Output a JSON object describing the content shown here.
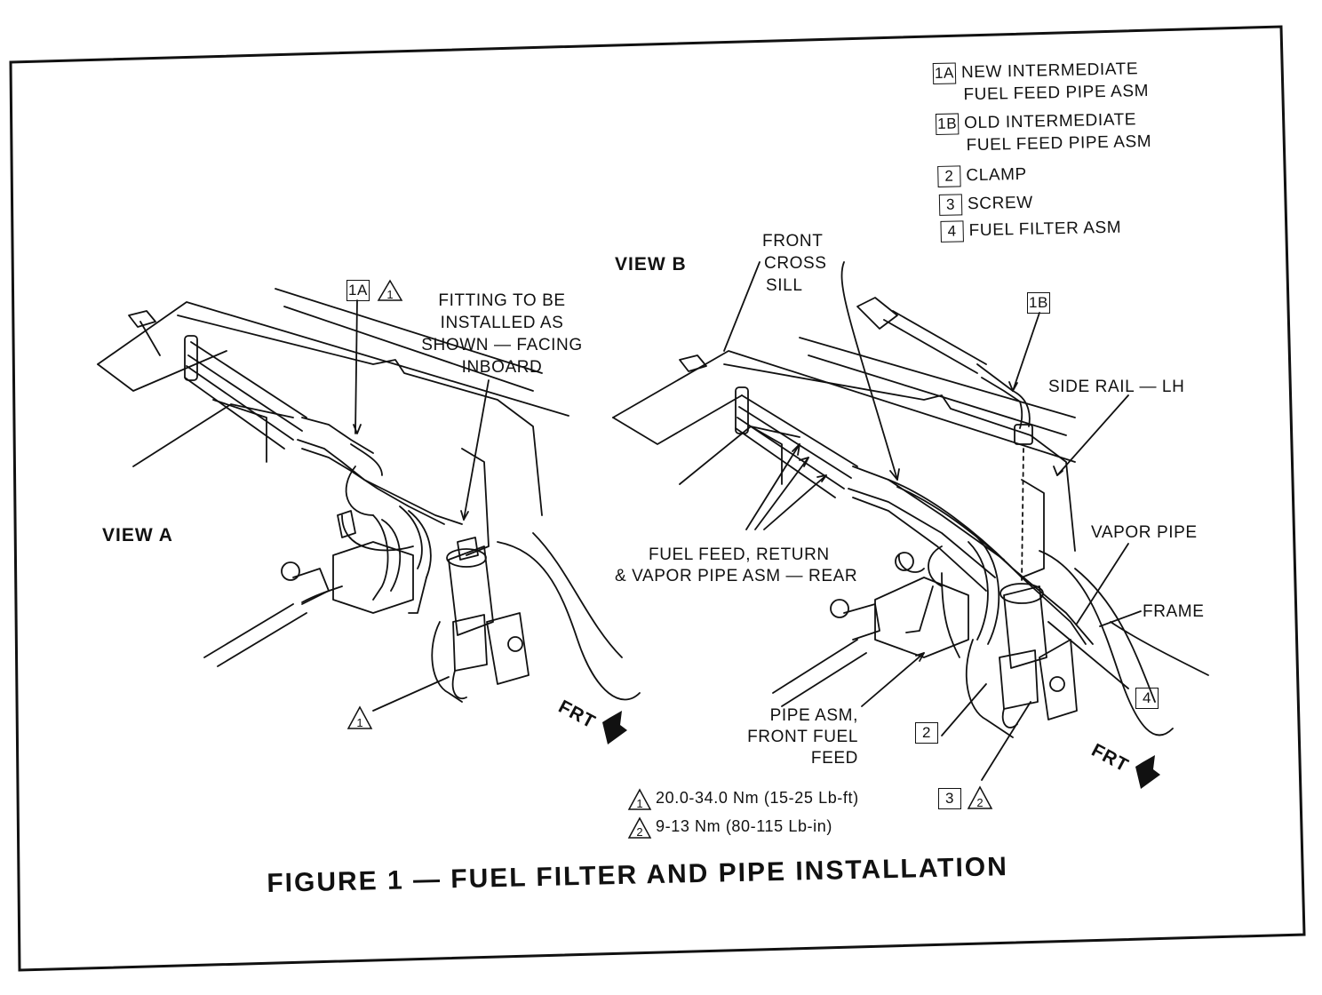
{
  "figure": {
    "title": "FIGURE 1 — FUEL FILTER AND PIPE INSTALLATION"
  },
  "legend": {
    "items": [
      {
        "num": "1A",
        "label_line1": "NEW INTERMEDIATE",
        "label_line2": "FUEL FEED PIPE ASM"
      },
      {
        "num": "1B",
        "label_line1": "OLD INTERMEDIATE",
        "label_line2": "FUEL FEED PIPE ASM"
      },
      {
        "num": "2",
        "label_line1": "CLAMP"
      },
      {
        "num": "3",
        "label_line1": "SCREW"
      },
      {
        "num": "4",
        "label_line1": "FUEL FILTER ASM"
      }
    ]
  },
  "view_a": {
    "label": "VIEW A",
    "callout_1a": "1A",
    "torque_1": "1",
    "fitting_note": [
      "FITTING TO BE",
      "INSTALLED AS",
      "SHOWN — FACING",
      "INBOARD"
    ],
    "frt": "FRT"
  },
  "view_b": {
    "label": "VIEW B",
    "front_cross_sill": [
      "FRONT",
      "CROSS",
      "SILL"
    ],
    "callout_1b": "1B",
    "side_rail": "SIDE RAIL — LH",
    "vapor_pipe": "VAPOR PIPE",
    "frame": "FRAME",
    "fuel_feed_asm": [
      "FUEL FEED, RETURN",
      "& VAPOR PIPE ASM — REAR"
    ],
    "pipe_asm_front": [
      "PIPE ASM,",
      "FRONT FUEL",
      "FEED"
    ],
    "callout_2": "2",
    "callout_3": "3",
    "callout_4": "4",
    "torque_2": "2",
    "frt": "FRT"
  },
  "torque_specs": [
    {
      "num": "1",
      "text": "20.0-34.0 Nm (15-25 Lb-ft)"
    },
    {
      "num": "2",
      "text": "9-13 Nm (80-115 Lb-in)"
    }
  ]
}
